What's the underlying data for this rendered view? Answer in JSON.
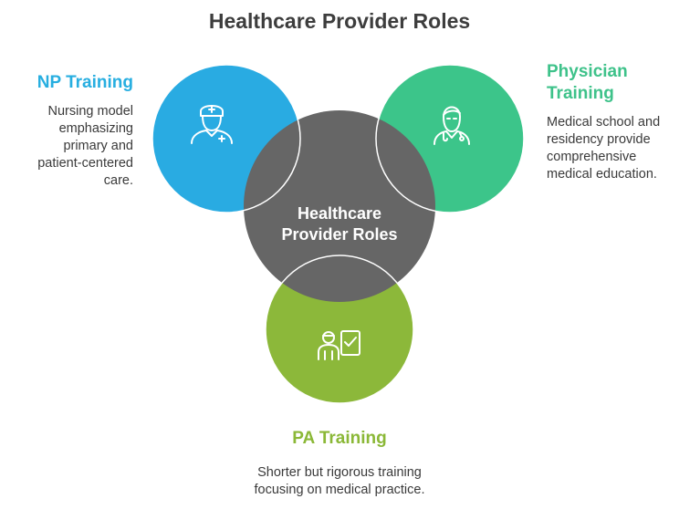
{
  "title": "Healthcare Provider Roles",
  "center": {
    "label_line1": "Healthcare",
    "label_line2": "Provider Roles",
    "color": "#666666"
  },
  "sections": {
    "np": {
      "heading": "NP Training",
      "description": "Nursing model emphasizing primary and patient-centered care.",
      "color": "#29ABE2",
      "icon": "nurse-icon"
    },
    "physician": {
      "heading": "Physician Training",
      "description": "Medical school and residency provide comprehensive medical education.",
      "color": "#3CC58A",
      "icon": "doctor-icon"
    },
    "pa": {
      "heading": "PA Training",
      "description": "Shorter but rigorous training focusing on medical practice.",
      "color": "#8CB83A",
      "icon": "pa-checklist-icon"
    }
  }
}
